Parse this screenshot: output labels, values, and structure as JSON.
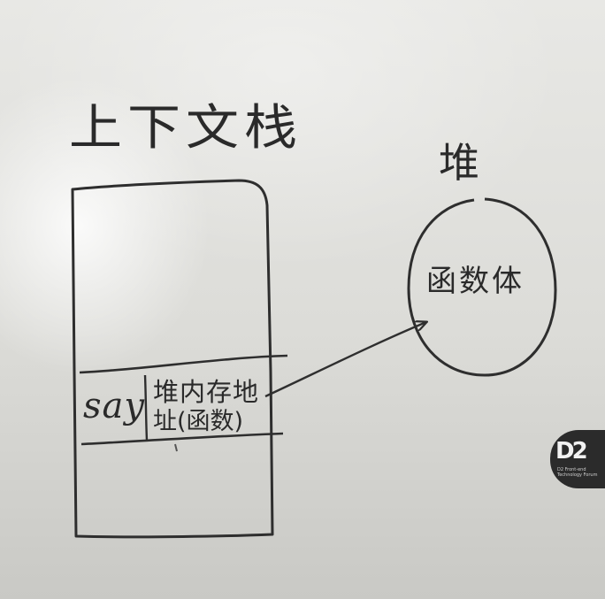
{
  "board": {
    "stack_title": "上下文栈",
    "heap_title": "堆",
    "stack_cell": {
      "variable": "say",
      "reference_line1": "堆内存地",
      "reference_line2": "址(函数)"
    },
    "heap_object": "函数体"
  },
  "logo": {
    "mark": "D2",
    "subtitle": "D2 Front-end Technology Forum"
  },
  "colors": {
    "ink": "#2a2a2a",
    "board": "#e4e4e1",
    "logo_bg": "#2b2b2b"
  }
}
